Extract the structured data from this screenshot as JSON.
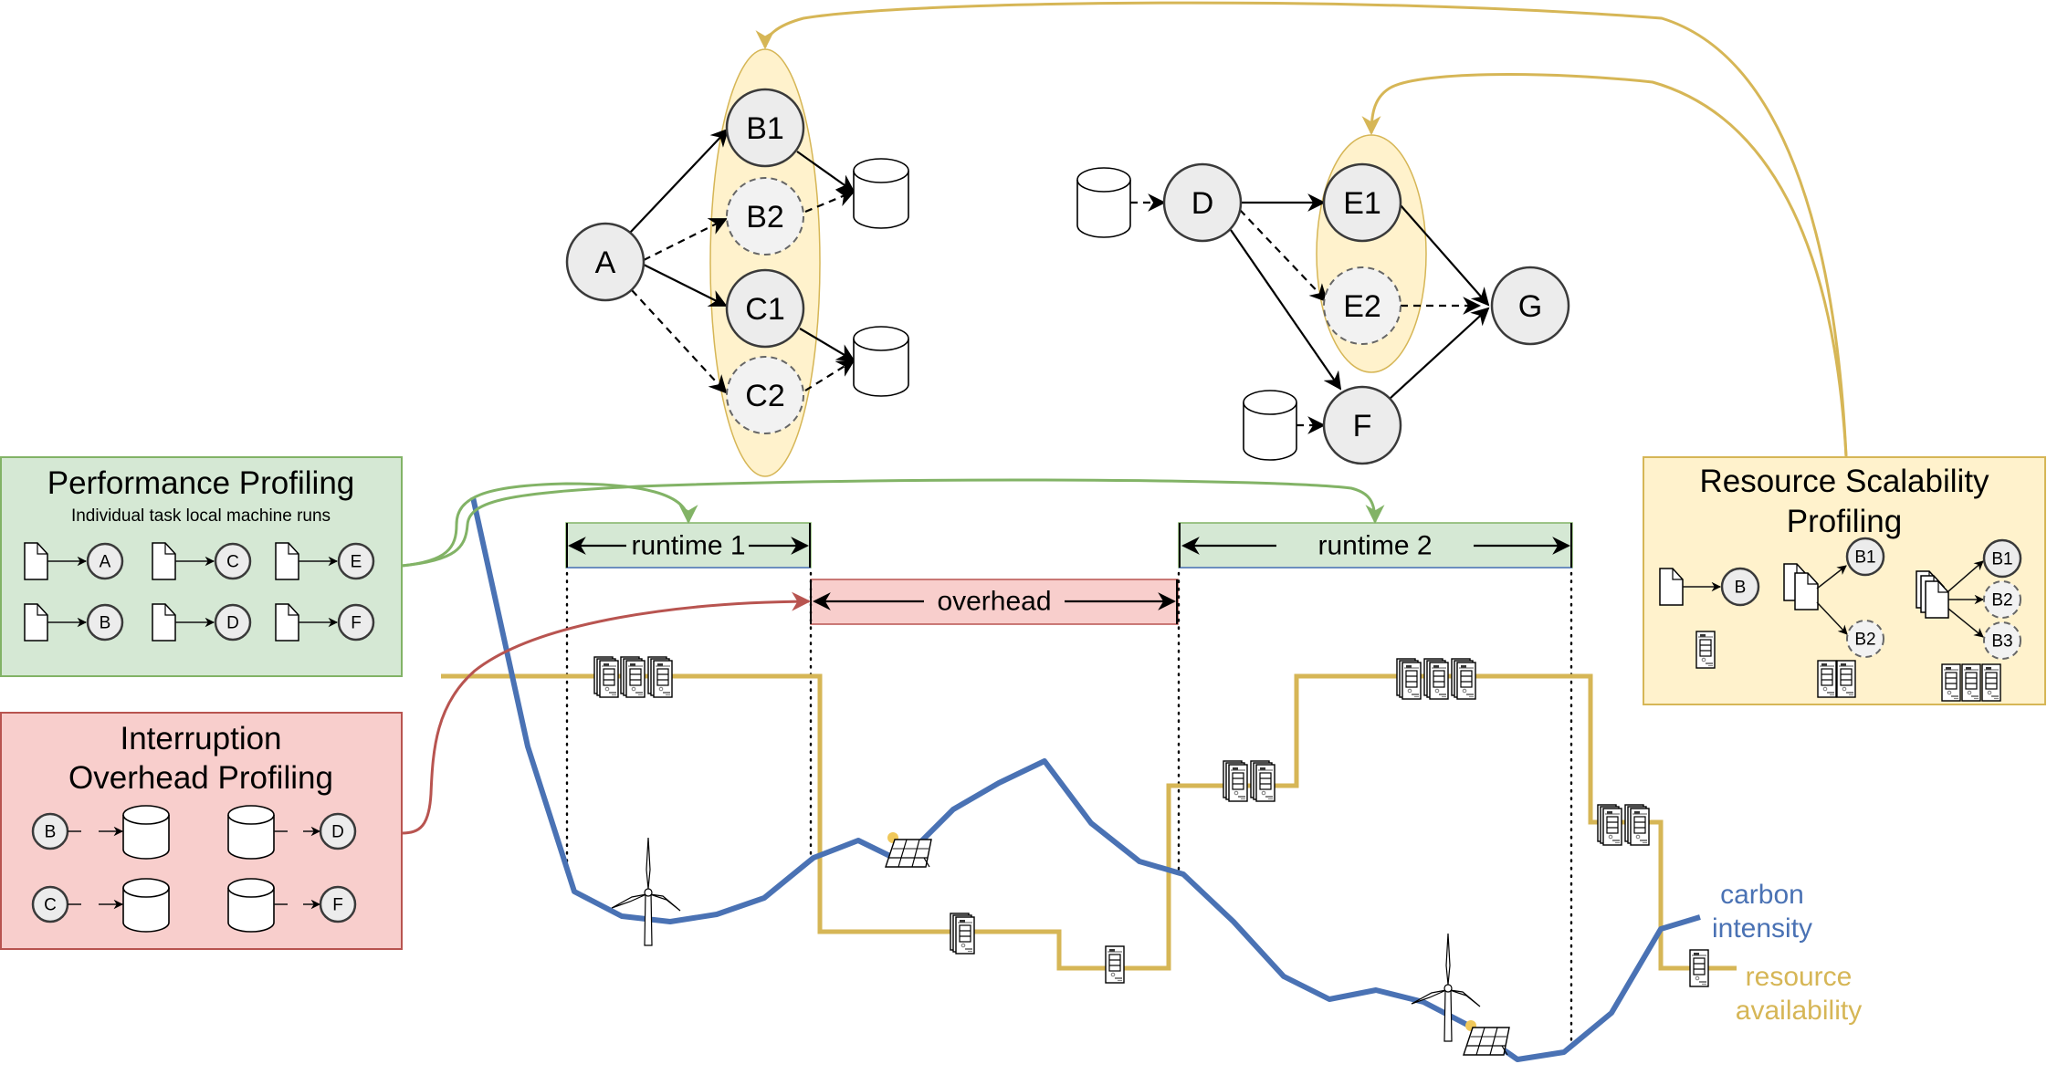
{
  "colors": {
    "green_fill": "#d5e8d4",
    "green_stroke": "#82b366",
    "red_fill": "#f8cecc",
    "red_stroke": "#b85450",
    "yellow_fill": "#fff2cc",
    "yellow_stroke": "#d6b656",
    "carbon_line": "#4a72b4",
    "resource_line": "#d6b656"
  },
  "workflow1": {
    "nodes": {
      "A": "A",
      "B1": "B1",
      "B2": "B2",
      "C1": "C1",
      "C2": "C2"
    },
    "dashed_nodes": [
      "B2",
      "C2"
    ]
  },
  "workflow2": {
    "nodes": {
      "D": "D",
      "E1": "E1",
      "E2": "E2",
      "F": "F",
      "G": "G"
    },
    "dashed_nodes": [
      "E2"
    ]
  },
  "performance_profiling": {
    "title": "Performance Profiling",
    "subtitle": "Individual task local machine runs",
    "tasks": [
      "A",
      "C",
      "E",
      "B",
      "D",
      "F"
    ]
  },
  "interruption_profiling": {
    "title_line1": "Interruption",
    "title_line2": "Overhead Profiling",
    "tasks": {
      "write": [
        "B",
        "C"
      ],
      "read": [
        "D",
        "F"
      ]
    }
  },
  "resource_profiling": {
    "title_line1": "Resource Scalability",
    "title_line2": "Profiling",
    "single": [
      "B"
    ],
    "double": [
      "B1",
      "B2"
    ],
    "triple": [
      "B1",
      "B2",
      "B3"
    ]
  },
  "timeline": {
    "runtime1_label": "runtime 1",
    "overhead_label": "overhead",
    "runtime2_label": "runtime 2"
  },
  "legend": {
    "carbon_line1": "carbon",
    "carbon_line2": "intensity",
    "resource_line1": "resource",
    "resource_line2": "availability"
  },
  "resource_availability_servers": [
    3,
    1,
    1,
    2,
    3,
    2,
    1
  ]
}
